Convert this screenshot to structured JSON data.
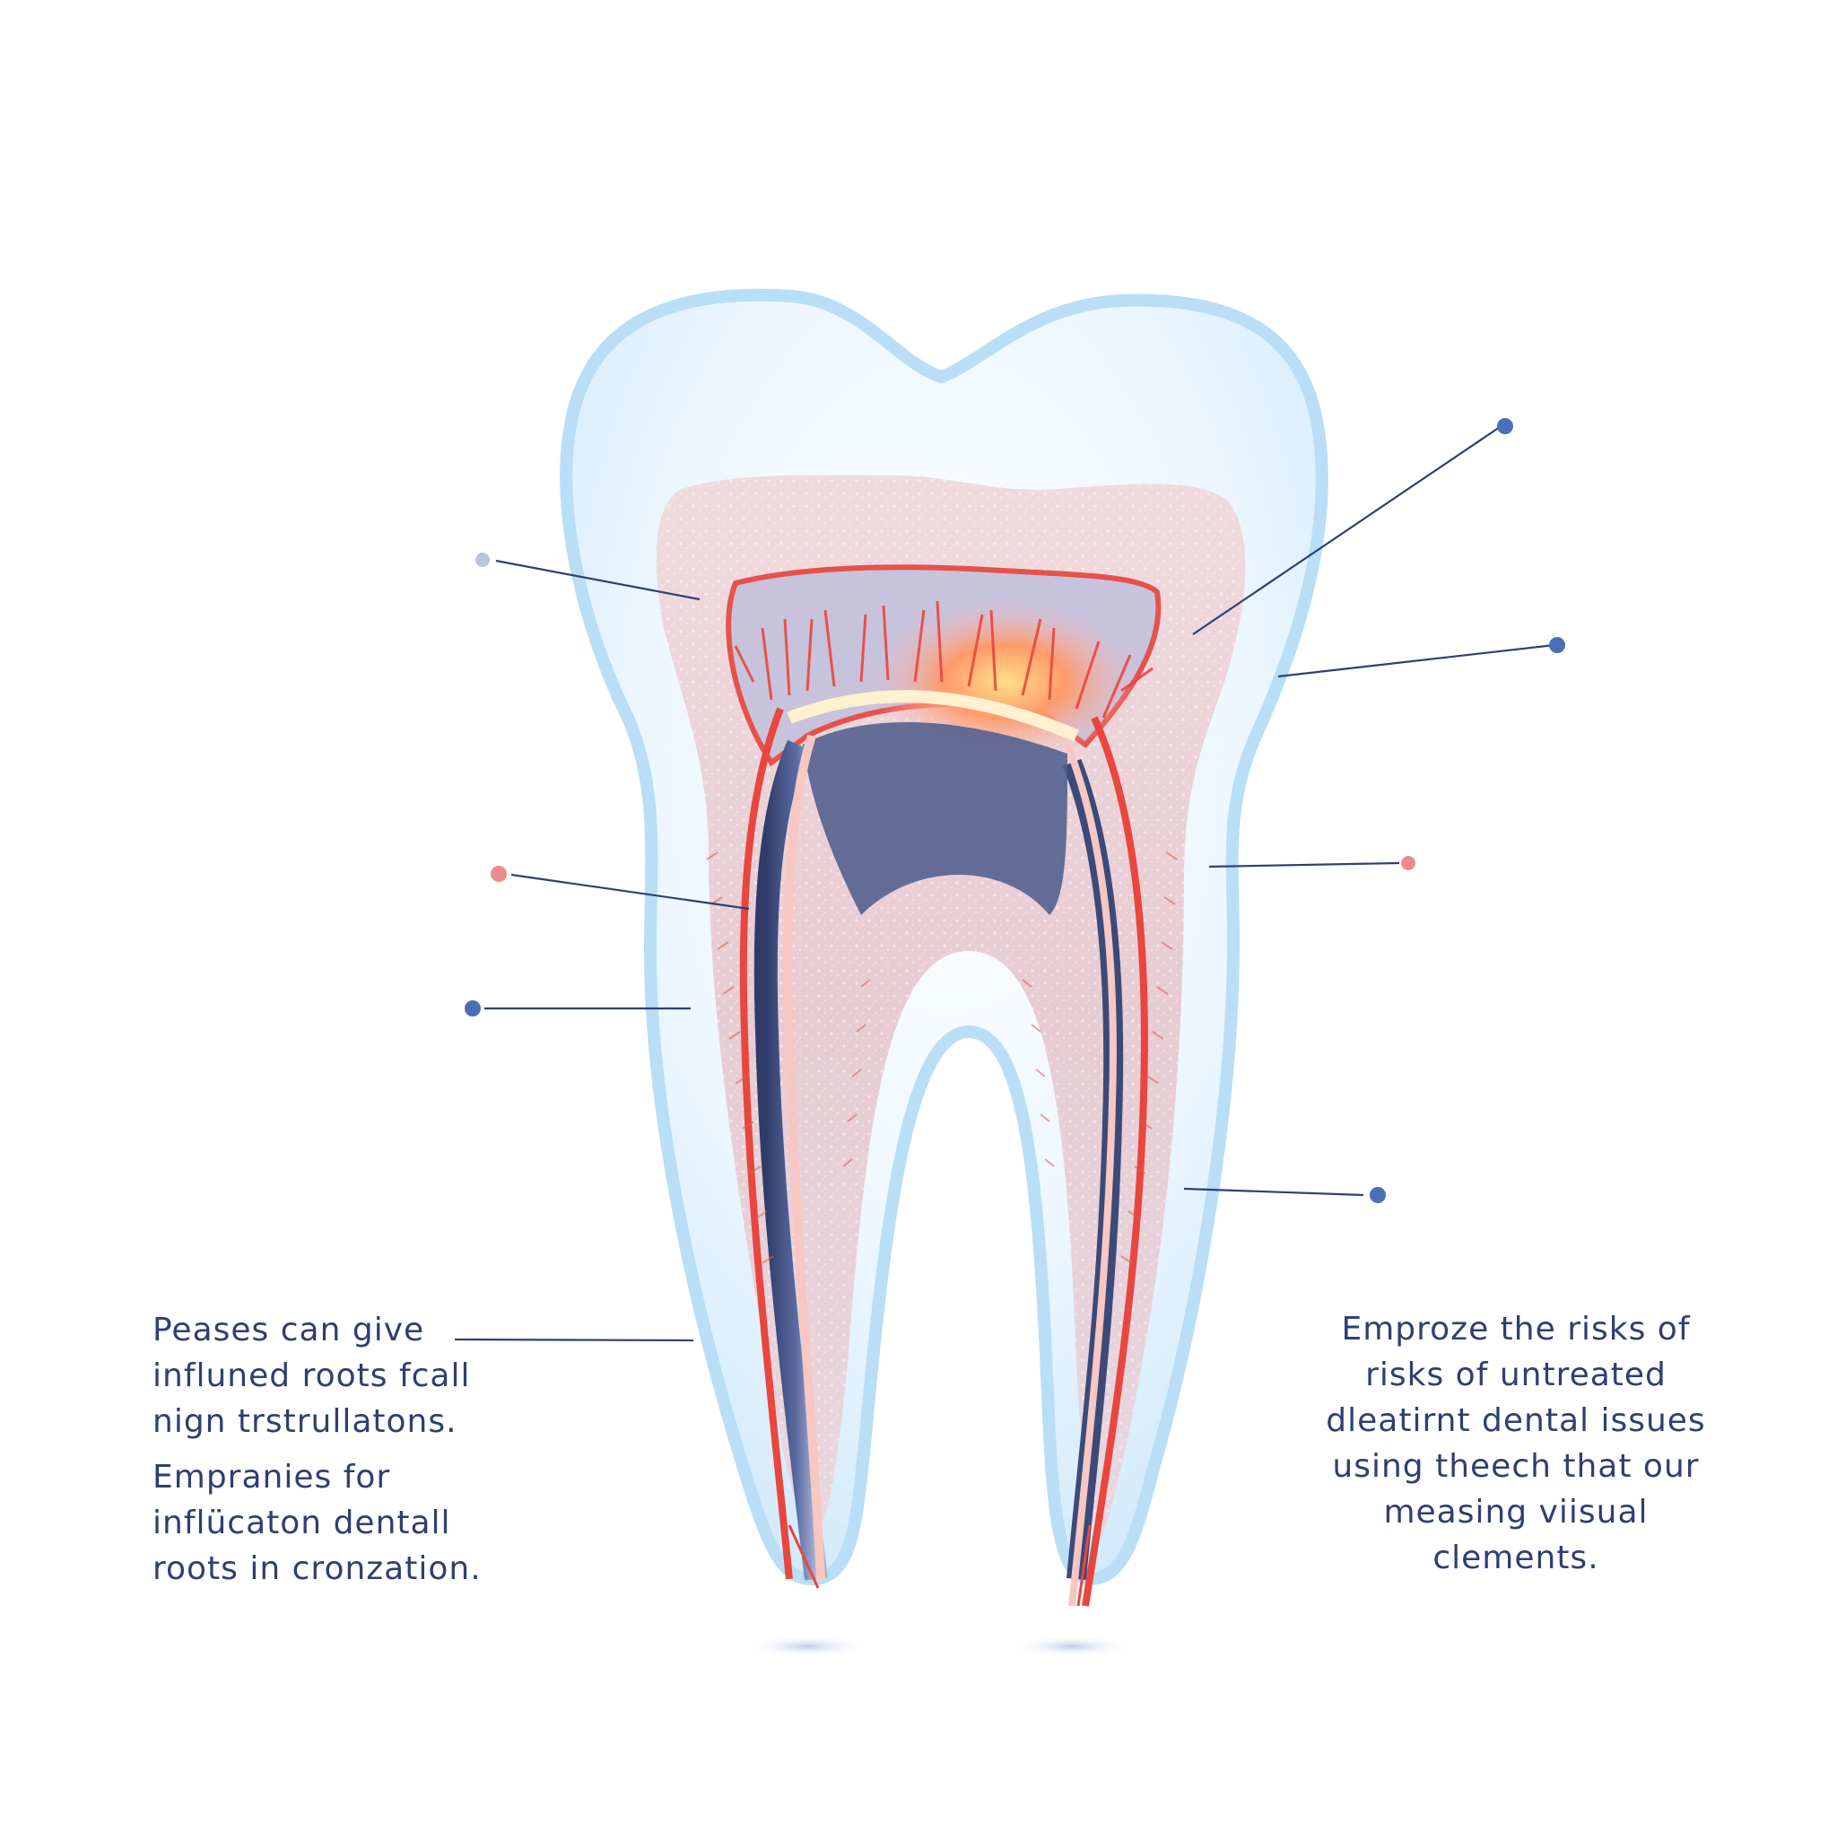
{
  "colors": {
    "enamel": "#dcefff",
    "enamel_edge": "#a9d8f5",
    "dentin": "#e7cfd4",
    "pulp_red": "#e8463e",
    "pulp_glow": "#ffd27a",
    "canal_navy": "#3b4a78",
    "leader_line": "#2e3e78",
    "dot_blue": "#4a6fb5",
    "dot_pale": "#b8c4e0",
    "dot_coral": "#f08a8a",
    "text": "#2f3f72"
  },
  "captions": {
    "left_block_1": [
      "Peases can give",
      "influned roots fcall",
      "nign trstrullatons."
    ],
    "left_block_2": [
      "Empranies for",
      "inflücaton dentall",
      "roots in cronzation."
    ],
    "right_block": [
      "Emproze the risks of",
      "risks of untreated",
      "dleatirnt dental issues",
      "using theech that our",
      "measing viisual",
      "clements."
    ]
  },
  "callout_dot_colors": [
    "pale",
    "blue",
    "blue",
    "coral",
    "coral",
    "blue",
    "blue",
    "none"
  ]
}
